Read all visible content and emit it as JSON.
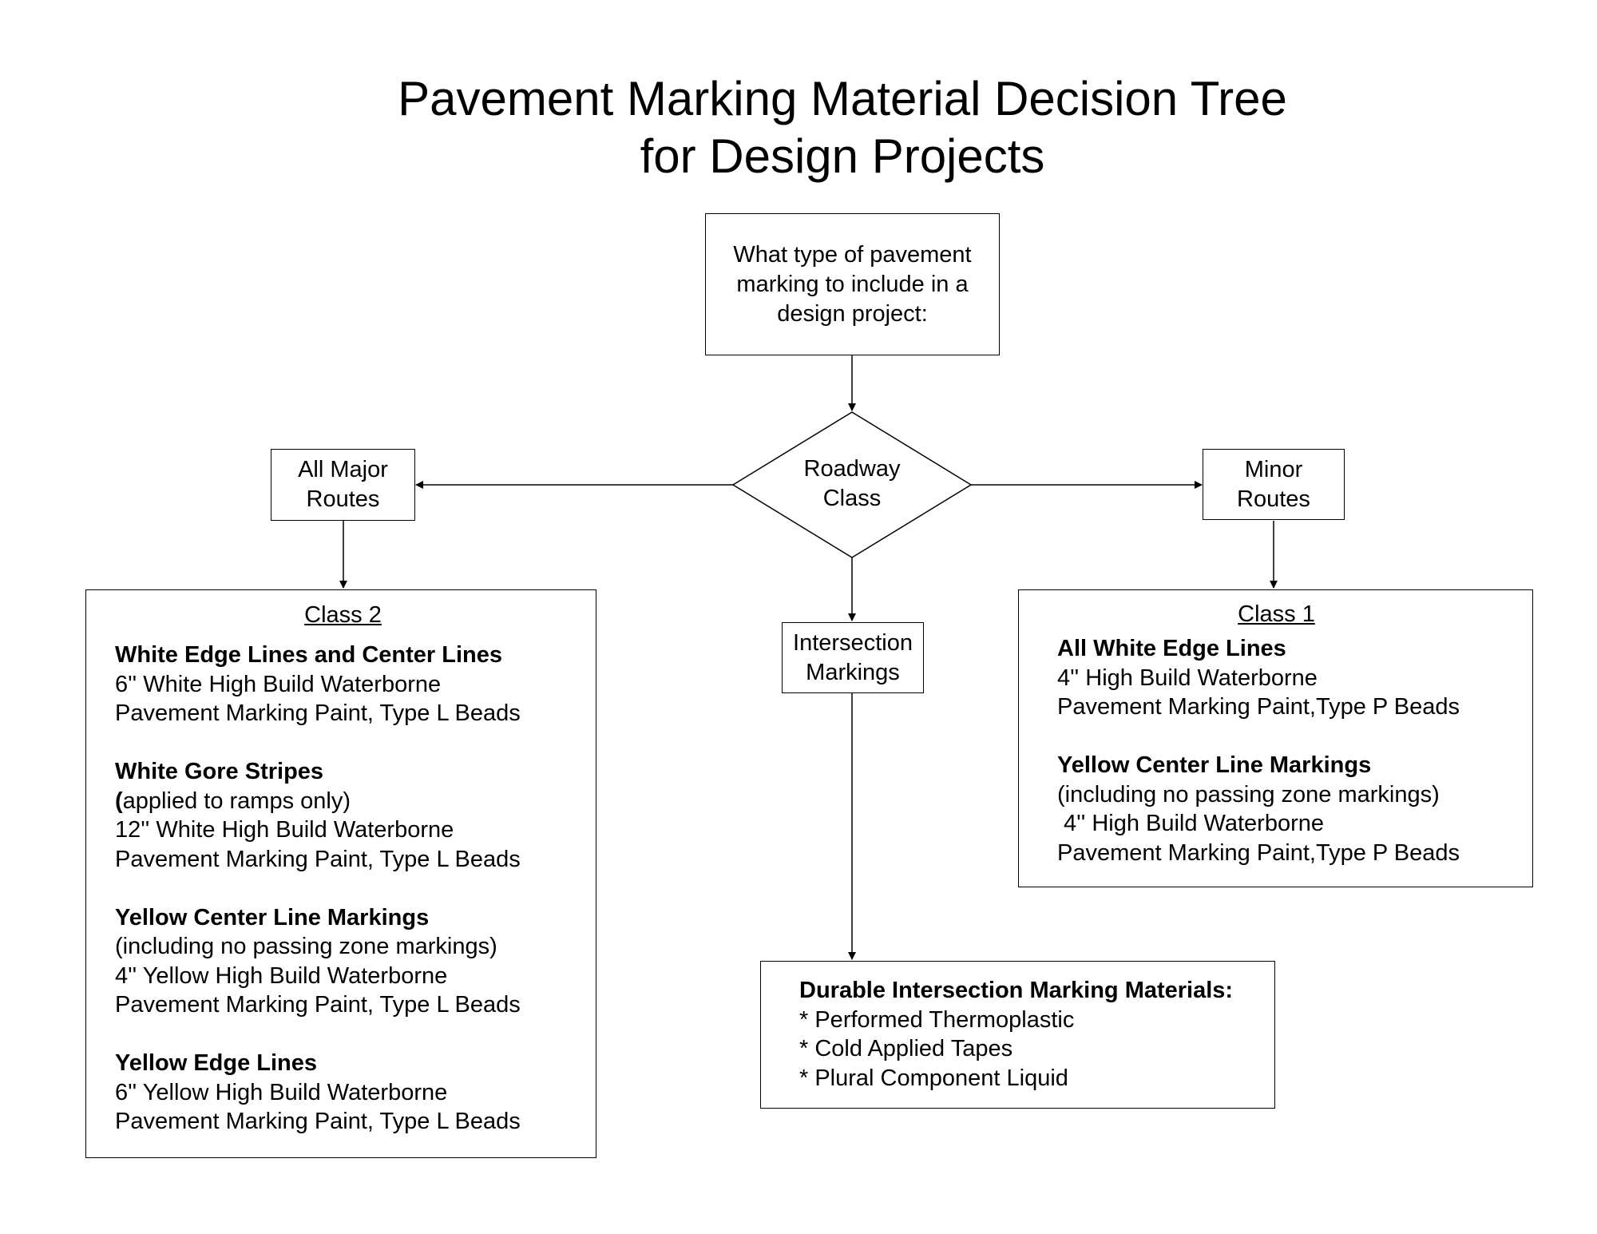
{
  "title_lines": [
    "Pavement Marking Material Decision Tree",
    "for Design Projects"
  ],
  "start_node": {
    "lines": [
      "What type of pavement",
      "marking to include in a",
      "design project:"
    ]
  },
  "decision_node": {
    "lines": [
      "Roadway",
      "Class"
    ]
  },
  "major_routes": {
    "lines": [
      "All Major",
      "Routes"
    ]
  },
  "minor_routes": {
    "lines": [
      "Minor",
      "Routes"
    ]
  },
  "intersection": {
    "lines": [
      "Intersection",
      "Markings"
    ]
  },
  "class2": {
    "heading": "Class 2",
    "sections": [
      {
        "title": "White Edge Lines and Center Lines",
        "lines": [
          "6'' White High Build Waterborne",
          "Pavement Marking Paint, Type L Beads"
        ]
      },
      {
        "title": "White Gore Stripes",
        "note_bold_char": "(",
        "note_rest": "applied to ramps only)",
        "lines": [
          "12'' White High Build Waterborne",
          "Pavement Marking Paint, Type L Beads"
        ]
      },
      {
        "title": "Yellow Center Line Markings",
        "lines": [
          "(including no passing zone markings)",
          "4'' Yellow High Build Waterborne",
          "Pavement Marking Paint, Type L Beads"
        ]
      },
      {
        "title": "Yellow Edge Lines",
        "lines": [
          "6'' Yellow High Build Waterborne",
          "Pavement Marking Paint, Type L Beads"
        ]
      }
    ]
  },
  "class1": {
    "heading": "Class 1",
    "sections": [
      {
        "title": "All White Edge Lines",
        "lines": [
          "4'' High Build Waterborne",
          "Pavement Marking Paint,Type P Beads"
        ]
      },
      {
        "title": "Yellow Center Line Markings",
        "lines": [
          "(including no passing zone markings)",
          " 4'' High Build Waterborne",
          "Pavement Marking Paint,Type P Beads"
        ]
      }
    ]
  },
  "durable": {
    "title": "Durable Intersection Marking Materials:",
    "lines": [
      "* Performed Thermoplastic",
      "* Cold Applied Tapes",
      "* Plural Component Liquid"
    ]
  }
}
